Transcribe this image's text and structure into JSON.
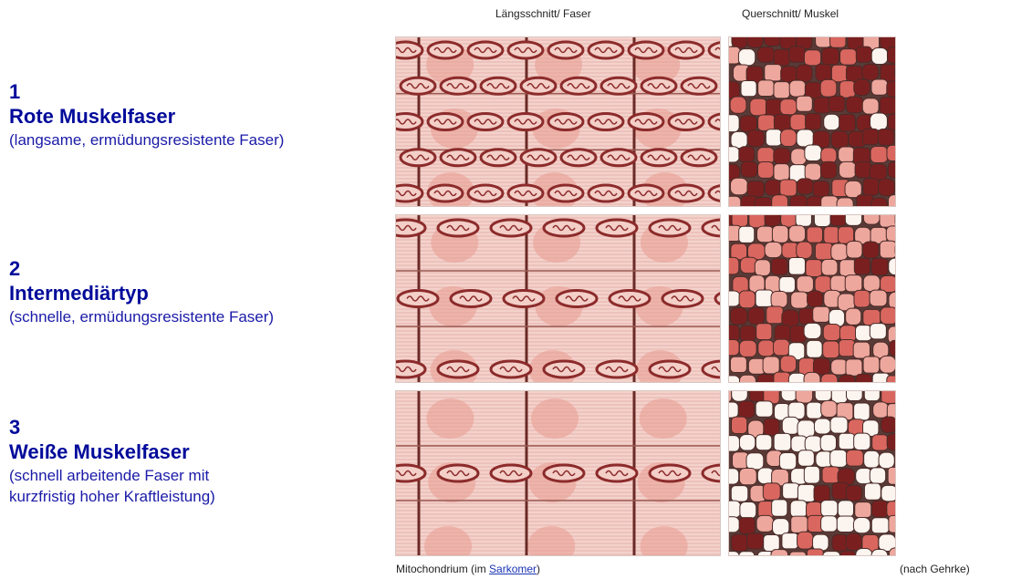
{
  "headers": {
    "longitudinal": "Längsschnitt/ Faser",
    "cross": "Querschnitt/ Muskel"
  },
  "rows": [
    {
      "number": "1",
      "title": "Rote Muskelfaser",
      "description": "(langsame, ermüdungsresistente Faser)",
      "fiber_mix": {
        "dark": 0.55,
        "medium": 0.33,
        "white": 0.12
      },
      "mito_rows": 5
    },
    {
      "number": "2",
      "title": "Intermediärtyp",
      "description": "(schnelle, ermüdungsresistente Faser)",
      "fiber_mix": {
        "dark": 0.22,
        "medium": 0.58,
        "white": 0.2
      },
      "mito_rows": 3
    },
    {
      "number": "3",
      "title": "Weiße Muskelfaser",
      "description_line1": "(schnell arbeitende Faser mit",
      "description_line2": "kurzfristig hoher Kraftleistung)",
      "fiber_mix": {
        "dark": 0.12,
        "medium": 0.3,
        "white": 0.58
      },
      "mito_rows": 1
    }
  ],
  "caption": {
    "prefix": "Mitochondrium (im ",
    "link": "Sarkomer",
    "suffix": ")",
    "source": "(nach Gehrke)"
  },
  "colors": {
    "label": "#000a9a",
    "fiber_dark": "#7a1f1f",
    "fiber_medium": "#d9675f",
    "fiber_light": "#eea79d",
    "fiber_white": "#fbf4ef",
    "sarcomere_bg": "#f4d2cc",
    "mitochondrion": "#8c2b2b"
  }
}
